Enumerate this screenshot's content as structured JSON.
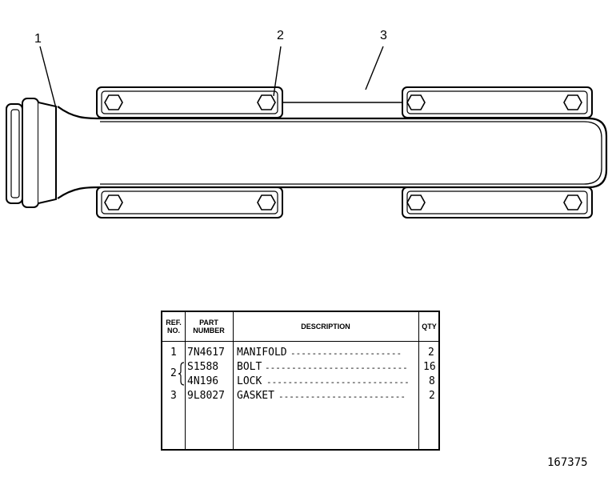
{
  "callouts": [
    "1",
    "2",
    "3"
  ],
  "table": {
    "headers": {
      "ref": "REF. NO.",
      "part": "PART NUMBER",
      "desc": "DESCRIPTION",
      "qty": "QTY"
    },
    "rows": [
      {
        "ref": "1",
        "part": "7N4617",
        "desc": "MANIFOLD",
        "qty": "2"
      },
      {
        "ref": "2",
        "part": "S1588",
        "desc": "BOLT",
        "qty": "16"
      },
      {
        "ref": "",
        "part": "4N196",
        "desc": "LOCK",
        "qty": "8"
      },
      {
        "ref": "3",
        "part": "9L8027",
        "desc": "GASKET",
        "qty": "2"
      }
    ]
  },
  "figure_number": "167375"
}
